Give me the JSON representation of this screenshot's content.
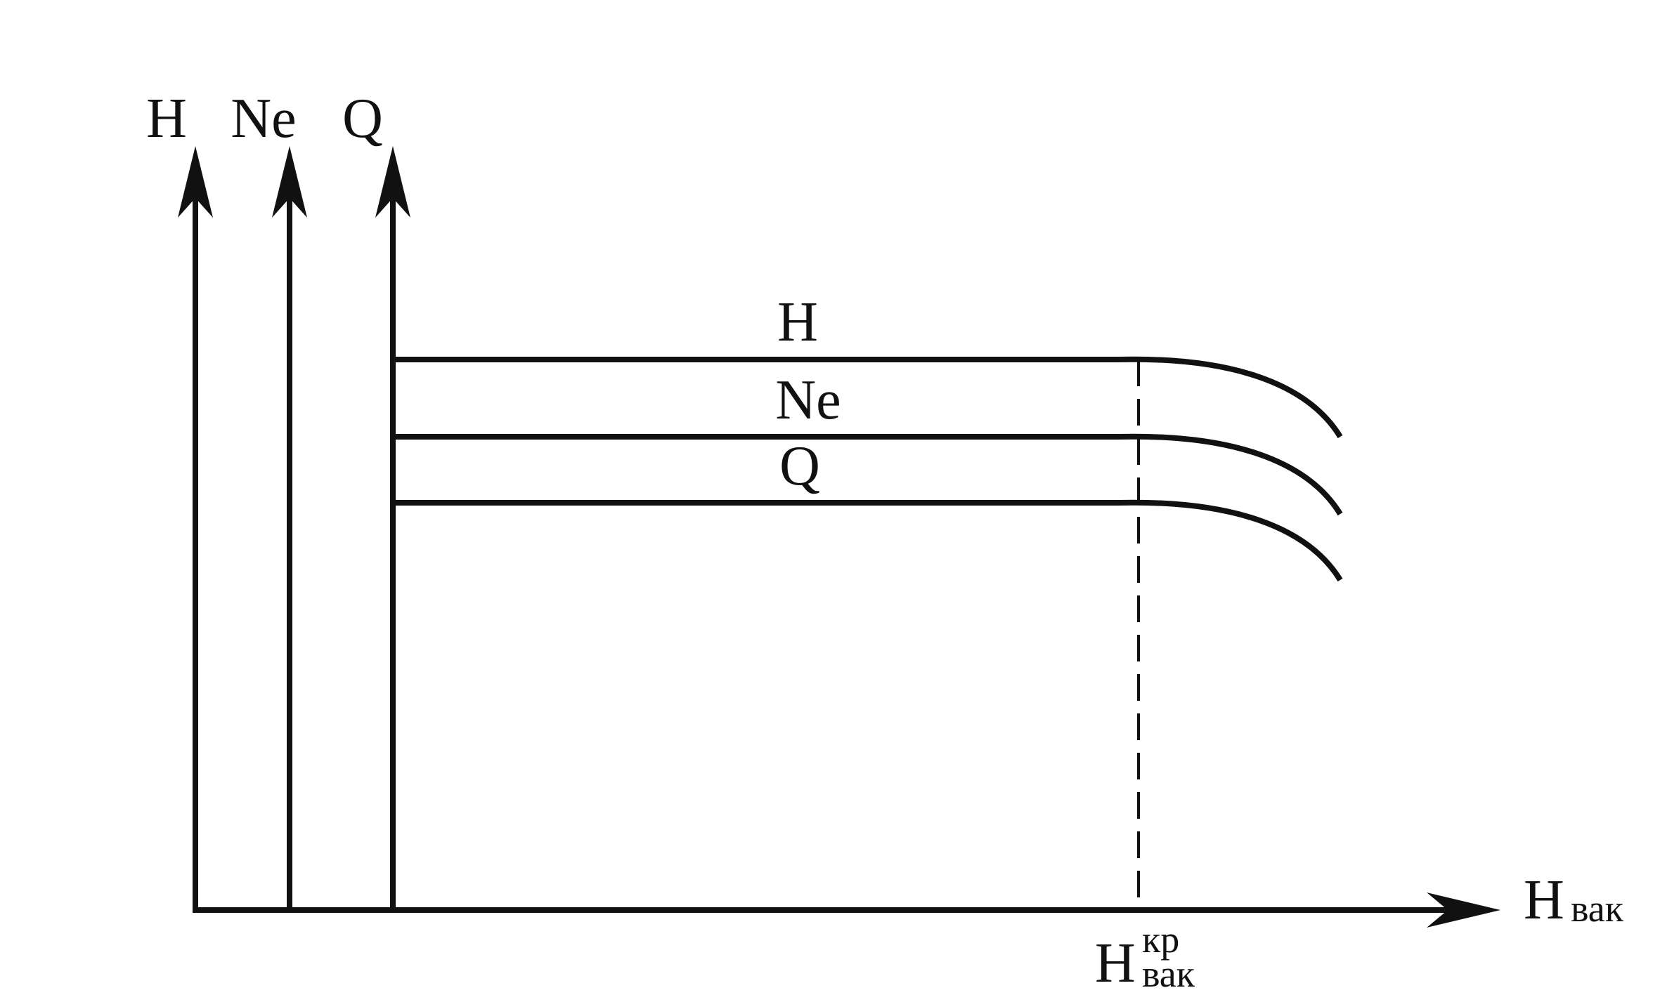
{
  "diagram": {
    "axis_labels": {
      "h_axis": "H",
      "ne_axis": "Ne",
      "q_axis": "Q",
      "x_axis_main": "H",
      "x_axis_sub": "вак"
    },
    "curve_labels": {
      "h": "H",
      "ne": "Ne",
      "q": "Q"
    },
    "critical_marker": {
      "main": "H",
      "superscript": "кр",
      "subscript": "вак"
    }
  }
}
